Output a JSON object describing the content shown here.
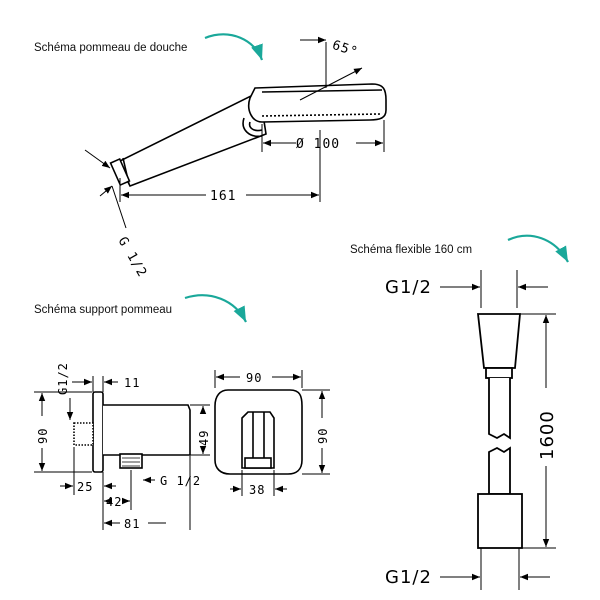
{
  "captions": {
    "shower_head": "Schéma pommeau de douche",
    "hose": "Schéma flexible 160 cm",
    "holder": "Schéma support pommeau"
  },
  "accent_color": "#1aa89a",
  "shower_head": {
    "angle": "65°",
    "diameter": "Ø 100",
    "length": "161",
    "thread": "G 1/2"
  },
  "holder_side": {
    "thread_top": "G1/2",
    "plate": "11",
    "height": "90",
    "cup_height": "49",
    "d25": "25",
    "d42": "42",
    "d81": "81",
    "thread_bottom": "G 1/2"
  },
  "holder_front": {
    "width": "90",
    "height": "90",
    "slot_width": "38"
  },
  "hose": {
    "thread_top": "G1/2",
    "length": "1600",
    "thread_bottom": "G1/2"
  }
}
